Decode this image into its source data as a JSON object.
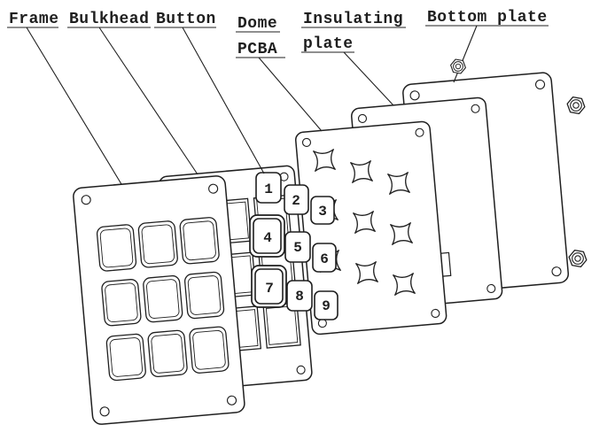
{
  "canvas": {
    "background": "#ffffff",
    "line_color": "#1f1f1f"
  },
  "labels": {
    "frame": "Frame",
    "bulkhead": "Bulkhead",
    "button": "Button",
    "dome": {
      "line1": "Dome",
      "line2": "PCBA"
    },
    "insulating": {
      "line1": "Insulating",
      "line2": "plate"
    },
    "bottom": "Bottom plate"
  },
  "keypad": {
    "keys": [
      "1",
      "2",
      "3",
      "4",
      "5",
      "6",
      "7",
      "8",
      "9"
    ]
  }
}
